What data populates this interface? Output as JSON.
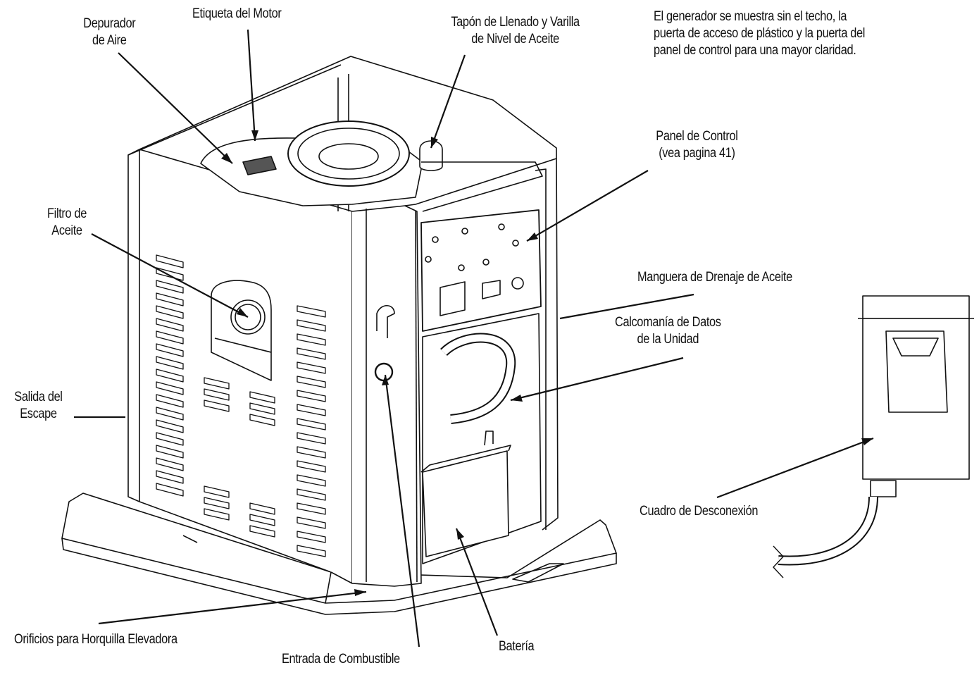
{
  "note": [
    "El generador se muestra sin el techo, la",
    "puerta de acceso de plástico y la puerta del",
    "panel de control para una mayor claridad."
  ],
  "labels": {
    "depurador_de_aire": [
      "Depurador",
      "de Aire"
    ],
    "etiqueta_del_motor": [
      "Etiqueta del Motor"
    ],
    "tapon_de_llenado": [
      "Tapón de Llenado y Varilla",
      "de Nivel de Aceite"
    ],
    "panel_de_control": [
      "Panel de Control",
      "(vea pagina 41)"
    ],
    "filtro_de_aceite": [
      "Filtro de",
      "Aceite"
    ],
    "manguera_de_drenaje": [
      "Manguera de Drenaje de Aceite"
    ],
    "calcomania_de_datos": [
      "Calcomanía de Datos",
      "de la Unidad"
    ],
    "salida_del_escape": [
      "Salida del",
      "Escape"
    ],
    "cuadro_de_desconexion": [
      "Cuadro de Desconexión"
    ],
    "orificios_horquilla": [
      "Orificios para Horquilla Elevadora"
    ],
    "bateria": [
      "Batería"
    ],
    "entrada_de_combustible": [
      "Entrada de Combustible"
    ]
  },
  "colors": {
    "line": "#111111",
    "background": "#ffffff",
    "shade": "#e6e6e6"
  }
}
